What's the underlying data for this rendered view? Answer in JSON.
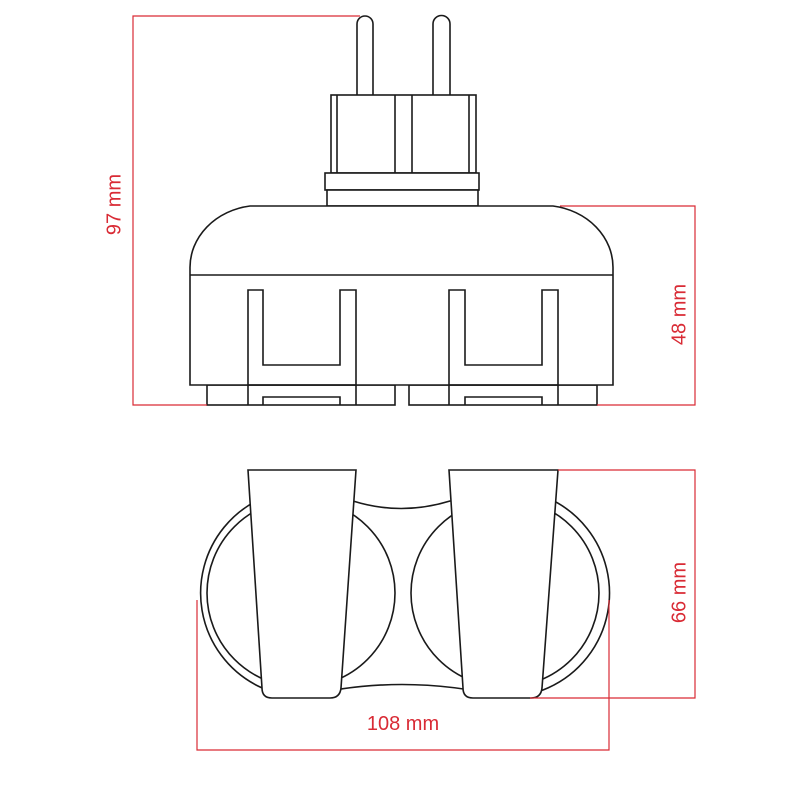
{
  "colors": {
    "dimension": "#d92b35",
    "outline": "#1a1a1a"
  },
  "dimensions": {
    "total_height": "97 mm",
    "body_height": "48 mm",
    "depth": "66 mm",
    "width": "108 mm"
  }
}
